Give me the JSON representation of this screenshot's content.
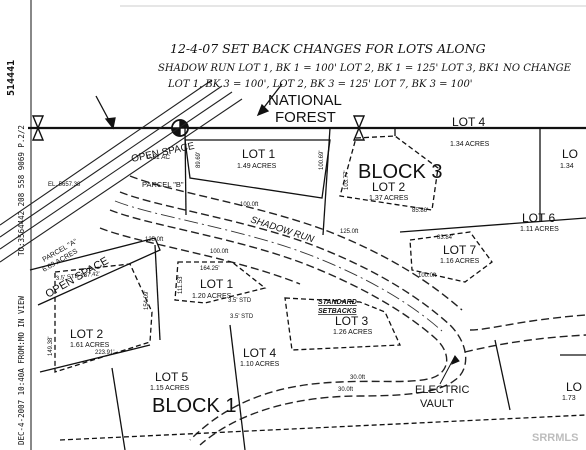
{
  "notes": {
    "line1": "12-4-07   SET BACK   CHANGES   FOR  LOTS ALONG",
    "line2": "SHADOW RUN   LOT 1, BK 1 = 100'   LOT 2, BK 1 = 125'   LOT 3, BK1 NO CHANGE",
    "line3": "LOT 1, BK 3 = 100',   LOT 2, BK 3 = 125'   LOT 7, BK 3 = 100'"
  },
  "margin": {
    "left": "DEC-4-2007  10:40A  FROM:MO  IN VIEW",
    "top": "TO:3564442   208 558 9069   P.2/2",
    "doc": "514441"
  },
  "labels": {
    "national": "NATIONAL",
    "forest": "FOREST",
    "block3": "BLOCK 3",
    "block1": "BLOCK 1",
    "road": "SHADOW RUN",
    "open_space_1": "OPEN SPACE",
    "parcel_b": "PARCEL \"B\"",
    "parcel_b_area": "0.81 AC",
    "open_space_2": "OPEN SPACE",
    "parcel_a": "PARCEL \"A\"",
    "parcel_a_area": "6.69 ACRES",
    "electric": "ELECTRIC",
    "vault": "VAULT",
    "standard": "STANDARD",
    "setbacks": "SETBACKS",
    "watermark": "SRRMLS"
  },
  "lots": [
    {
      "name": "LOT 1",
      "acres": "1.49 ACRES"
    },
    {
      "name": "LOT 2",
      "acres": "1.37 ACRES"
    },
    {
      "name": "LOT 4",
      "acres": "1.34 ACRES"
    },
    {
      "name": "LOT 6",
      "acres": "1.11 ACRES"
    },
    {
      "name": "LOT 7",
      "acres": "1.16 ACRES"
    },
    {
      "name": "LOT 1",
      "acres": "1.20 ACRES"
    },
    {
      "name": "LOT 2",
      "acres": "1.61 ACRES"
    },
    {
      "name": "LOT 3",
      "acres": "1.26 ACRES"
    },
    {
      "name": "LOT 4",
      "acres": "1.10 ACRES"
    },
    {
      "name": "LOT 5",
      "acres": "1.15 ACRES"
    }
  ],
  "edge_lots": {
    "lot_right_top": "LO",
    "lot_right_top_acres": "1.34",
    "lot_right_bottom": "LO",
    "lot_right_bottom_acres": "1.73"
  },
  "dims": {
    "d1": "100.0ft",
    "d2": "125.0ft",
    "d3": "100.0ft",
    "d4": "125.0ft",
    "d5": "100.0ft",
    "d6": "30.0ft",
    "d7": "30.0ft",
    "d8": "164.25'",
    "d9": "111.53'",
    "d10": "154.09'",
    "d11": "149.38'",
    "d12": "223.91'",
    "d13": "103.77'",
    "d14": "85.86'",
    "d15": "83.84'",
    "d16": "3.5' STD",
    "d17": "3.5' STD",
    "d18": "3.5' STD 137.42'",
    "d19": "100.69'",
    "d20": "89.69'",
    "elev": "EL. 5657.38"
  }
}
